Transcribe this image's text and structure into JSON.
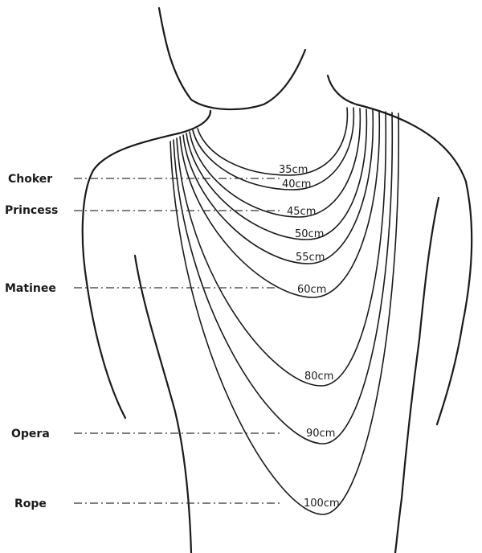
{
  "styles": [
    {
      "name": "Choker"
    },
    {
      "name": "Princess"
    },
    {
      "name": "Matinee"
    },
    {
      "name": "Opera"
    },
    {
      "name": "Rope"
    }
  ],
  "lengths": [
    "35cm",
    "40cm",
    "45cm",
    "50cm",
    "55cm",
    "60cm",
    "80cm",
    "90cm",
    "100cm"
  ],
  "colors": {
    "line": "#1a1a1a",
    "background": "#ffffff"
  }
}
